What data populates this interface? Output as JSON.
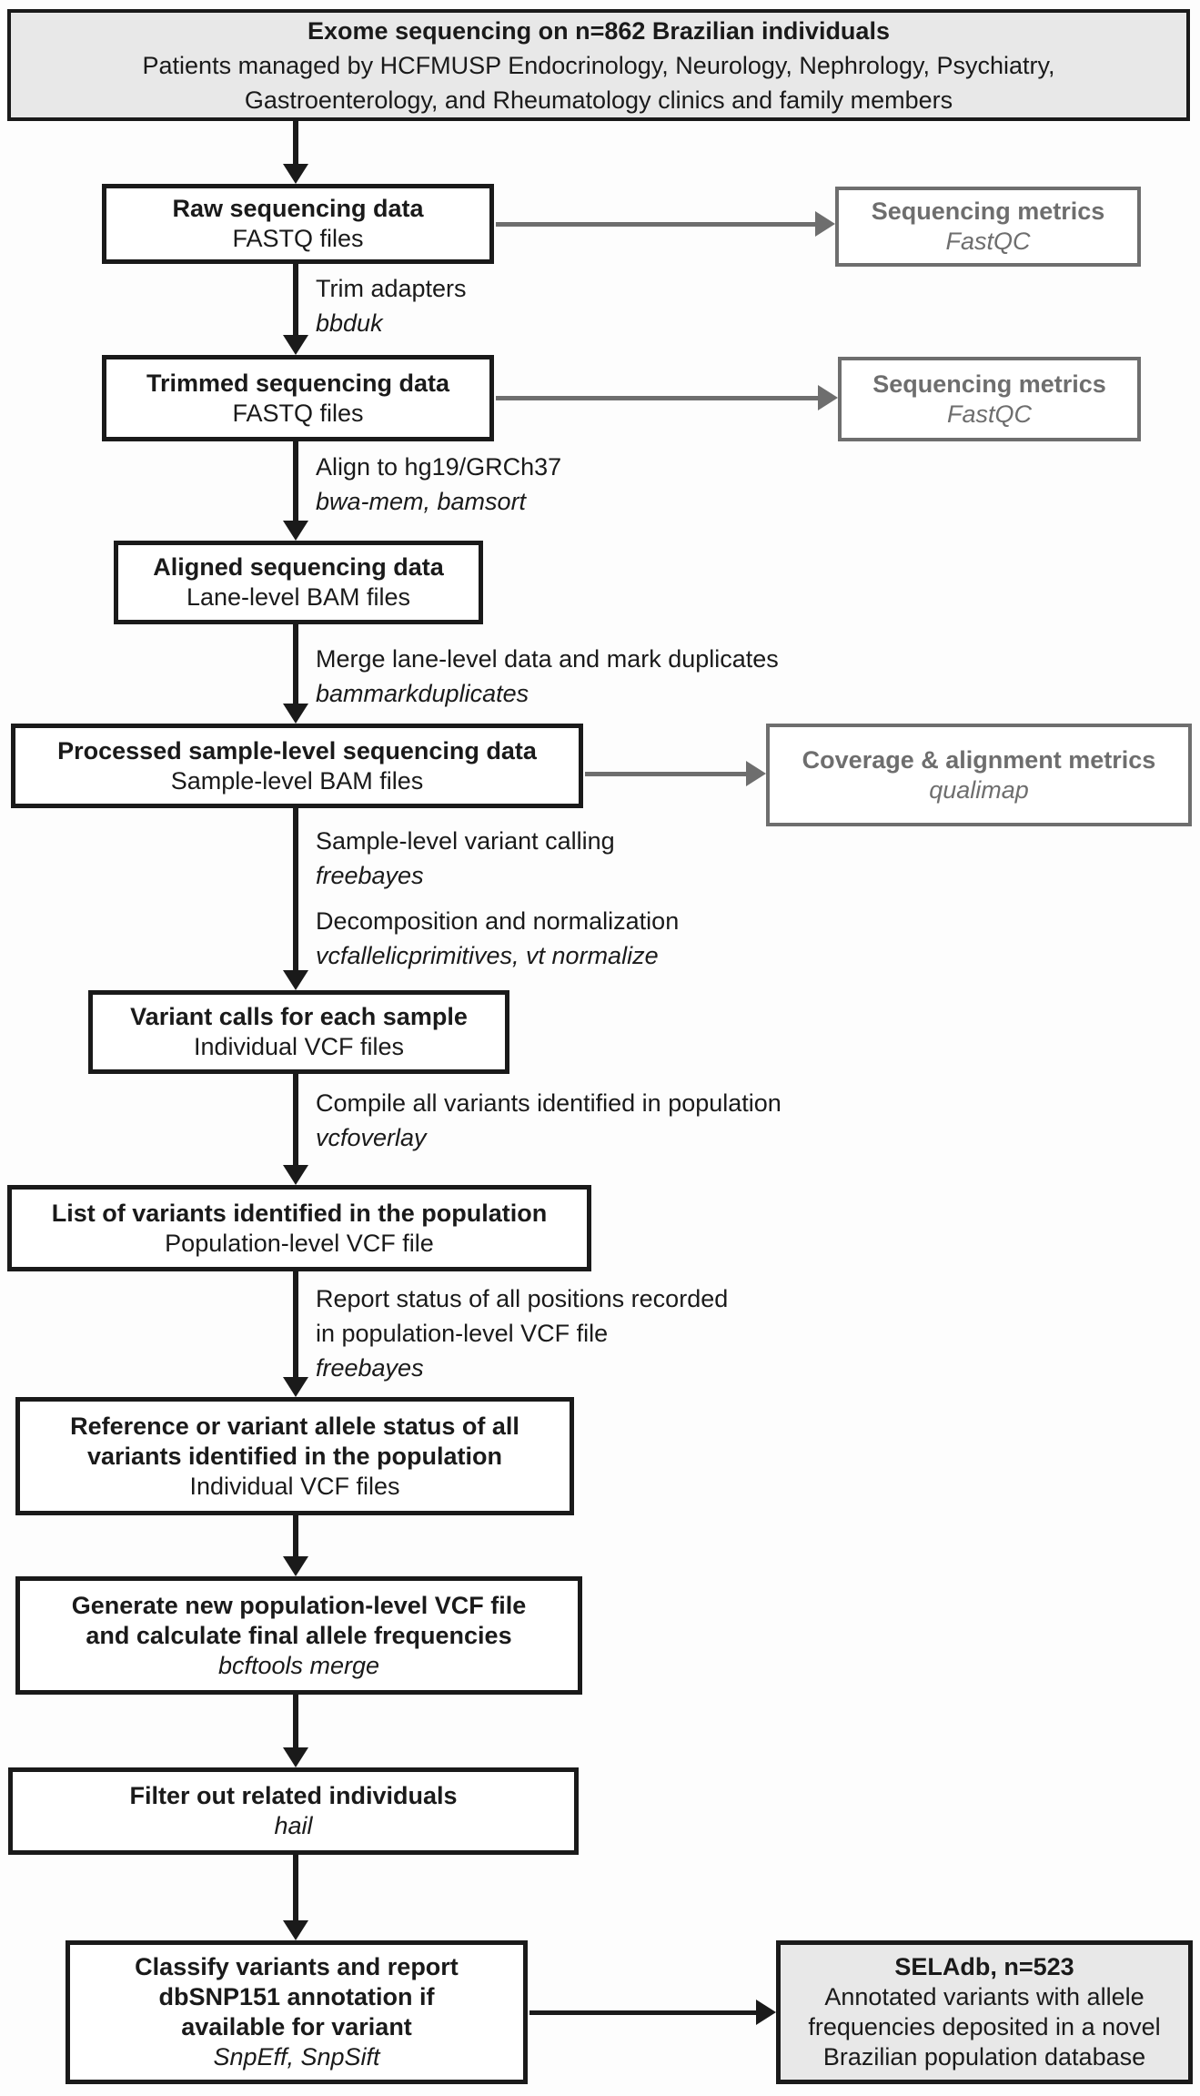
{
  "top_box": {
    "lines": [
      "Exome sequencing on n=862 Brazilian individuals",
      "Patients managed by HCFMUSP Endocrinology, Neurology, Nephrology, Psychiatry,",
      "Gastroenterology, and Rheumatology clinics and family members"
    ]
  },
  "boxes": {
    "raw": {
      "title": "Raw sequencing data",
      "subtitle": "FASTQ files"
    },
    "trim": {
      "title": "Trimmed sequencing data",
      "subtitle": "FASTQ files"
    },
    "align": {
      "title": "Aligned sequencing data",
      "subtitle": "Lane-level BAM files"
    },
    "proc": {
      "title": "Processed sample-level sequencing data",
      "subtitle": "Sample-level BAM files"
    },
    "variant_calls": {
      "title": "Variant calls for each sample",
      "subtitle": "Individual VCF files"
    },
    "variant_list": {
      "title": "List of variants identified in the population",
      "subtitle": "Population-level VCF file"
    },
    "ref_status": {
      "title_lines": [
        "Reference or variant allele status of all",
        "variants identified in the population"
      ],
      "subtitle": "Individual VCF files"
    },
    "generate": {
      "title_lines": [
        "Generate new population-level VCF file",
        "and calculate final allele frequencies"
      ],
      "tool": "bcftools merge"
    },
    "filter": {
      "title": "Filter out related individuals",
      "tool": "hail"
    },
    "classify": {
      "title_lines": [
        "Classify variants and report",
        "dbSNP151 annotation if",
        "available for variant"
      ],
      "tool": "SnpEff, SnpSift"
    },
    "seladb": {
      "title": "SELAdb, n=523",
      "lines": [
        "Annotated variants with allele",
        "frequencies deposited in a novel",
        "Brazilian population database"
      ]
    }
  },
  "side_boxes": {
    "fastqc1": {
      "title": "Sequencing metrics",
      "tool": "FastQC"
    },
    "fastqc2": {
      "title": "Sequencing metrics",
      "tool": "FastQC"
    },
    "qualimap": {
      "title": "Coverage & alignment metrics",
      "tool": "qualimap"
    }
  },
  "edge_labels": {
    "trim_adapters": {
      "step": "Trim adapters",
      "tool": "bbduk"
    },
    "align_ref": {
      "step": "Align to hg19/GRCh37",
      "tool": "bwa-mem, bamsort"
    },
    "merge_dedup": {
      "step": "Merge lane-level data and mark duplicates",
      "tool": "bammarkduplicates"
    },
    "sample_calling": {
      "step": "Sample-level variant calling",
      "tool": "freebayes"
    },
    "decomposition": {
      "step": "Decomposition and normalization",
      "tool": "vcfallelicprimitives, vt normalize"
    },
    "compile": {
      "step": "Compile all variants identified in population",
      "tool": "vcfoverlay"
    },
    "report_status": {
      "step_lines": [
        "Report status of all positions recorded",
        "in population-level VCF file"
      ],
      "tool": "freebayes"
    }
  },
  "colors": {
    "line_black": "#1a1a1a",
    "line_gray": "#6e6e6e",
    "shaded_fill": "#e8e8e8"
  }
}
